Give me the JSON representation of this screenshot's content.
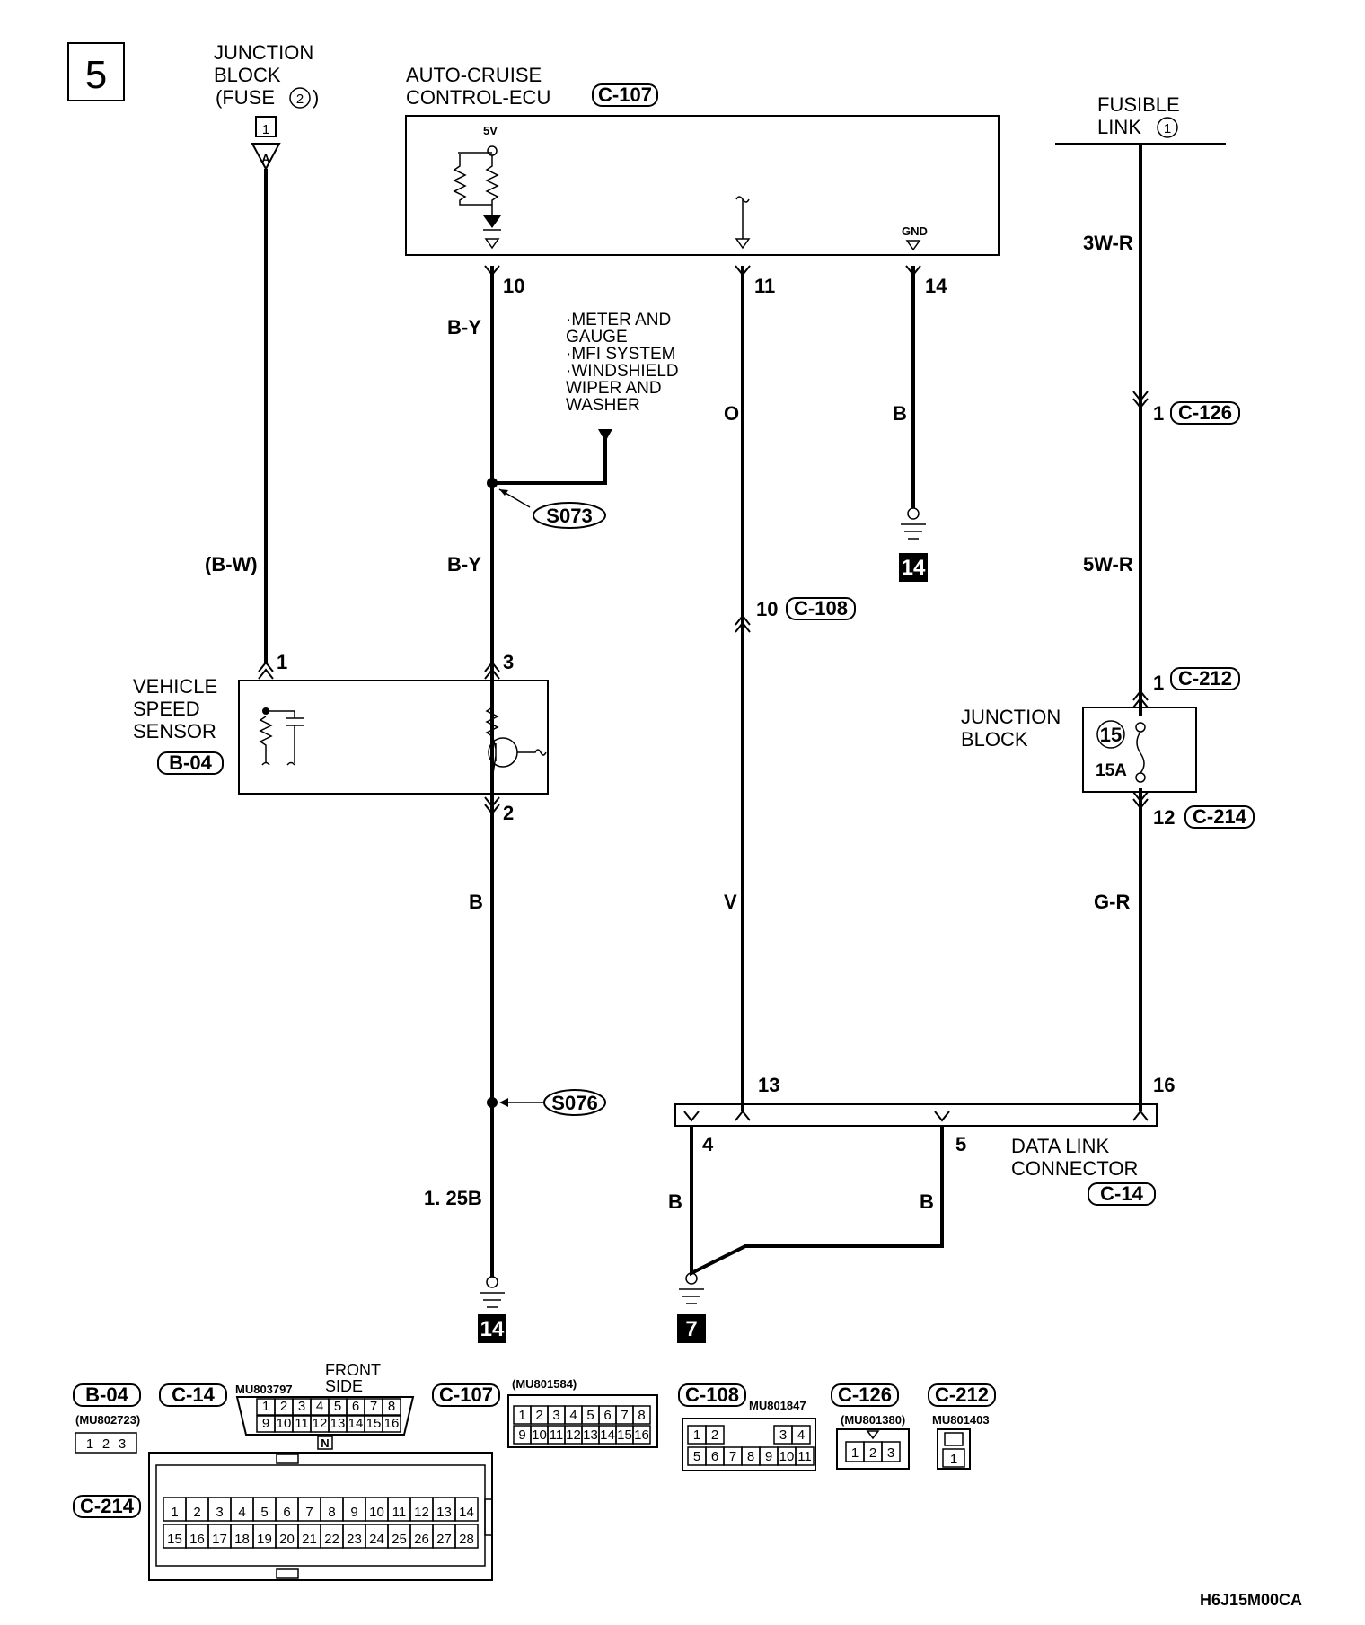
{
  "diagram_number": "5",
  "drawing_code": "H6J15M00CA",
  "components": {
    "junction_block_fuse": {
      "line1": "JUNCTION",
      "line2": "BLOCK",
      "line3": "(FUSE",
      "fuse_no": "2",
      "line3_end": ")",
      "pin": "1"
    },
    "ecu": {
      "line1": "AUTO-CRUISE",
      "line2": "CONTROL-ECU",
      "connector": "C-107",
      "supply": "5V",
      "gnd": "GND"
    },
    "fusible_link": {
      "line1": "FUSIBLE",
      "line2": "LINK",
      "number": "1"
    },
    "vehicle_speed_sensor": {
      "line1": "VEHICLE",
      "line2": "SPEED",
      "line3": "SENSOR",
      "connector": "B-04"
    },
    "junction_block": {
      "line1": "JUNCTION",
      "line2": "BLOCK",
      "fuse_no": "15",
      "rating": "15A"
    },
    "data_link_connector": {
      "line1": "DATA LINK",
      "line2": "CONNECTOR",
      "connector": "C-14"
    },
    "splices": {
      "s073": "S073",
      "s076": "S076"
    },
    "destinations": [
      "·METER AND",
      " GAUGE",
      "·MFI SYSTEM",
      "·WINDSHIELD",
      " WIPER AND",
      " WASHER"
    ],
    "grounds": {
      "ecu_ground": "14",
      "sensor_ground": "14",
      "dlc_ground": "7"
    }
  },
  "pins": {
    "ecu_10": "10",
    "ecu_11": "11",
    "ecu_14": "14",
    "vss_1": "1",
    "vss_3": "3",
    "vss_2": "2",
    "c108_pin": "10",
    "c108": "C-108",
    "c126_pin": "1",
    "c126": "C-126",
    "c212_pin": "1",
    "c212": "C-212",
    "c214_pin": "12",
    "c214": "C-214",
    "dlc_13": "13",
    "dlc_16": "16",
    "dlc_4": "4",
    "dlc_5": "5"
  },
  "wires": {
    "by_top": "B-Y",
    "by_mid": "B-Y",
    "bw": "(B-W)",
    "o": "O",
    "b_ecu": "B",
    "w3r": "3W-R",
    "w5r": "5W-R",
    "gr": "G-R",
    "v": "V",
    "b_sensor": "B",
    "b125": "1. 25B",
    "b_dlc4": "B",
    "b_dlc5": "B"
  },
  "connector_views": {
    "b04": {
      "label": "B-04",
      "part": "(MU802723)",
      "cells": [
        "1",
        "2",
        "3"
      ]
    },
    "c14": {
      "label": "C-14",
      "part": "MU803797",
      "front": "FRONT",
      "side": "SIDE",
      "mark": "N",
      "row1": [
        "1",
        "2",
        "3",
        "4",
        "5",
        "6",
        "7",
        "8"
      ],
      "row2": [
        "9",
        "10",
        "11",
        "12",
        "13",
        "14",
        "15",
        "16"
      ]
    },
    "c107": {
      "label": "C-107",
      "part": "(MU801584)",
      "row1": [
        "1",
        "2",
        "3",
        "4",
        "5",
        "6",
        "7",
        "8"
      ],
      "row2": [
        "9",
        "10",
        "11",
        "12",
        "13",
        "14",
        "15",
        "16"
      ]
    },
    "c108": {
      "label": "C-108",
      "part": "MU801847",
      "row1": [
        "1",
        "2",
        "3",
        "4"
      ],
      "row2": [
        "5",
        "6",
        "7",
        "8",
        "9",
        "10",
        "11"
      ]
    },
    "c126": {
      "label": "C-126",
      "part": "(MU801380)",
      "cells": [
        "1",
        "2",
        "3"
      ]
    },
    "c212": {
      "label": "C-212",
      "part": "MU801403",
      "cells": [
        "1"
      ]
    },
    "c214": {
      "label": "C-214",
      "row1": [
        "1",
        "2",
        "3",
        "4",
        "5",
        "6",
        "7",
        "8",
        "9",
        "10",
        "11",
        "12",
        "13",
        "14"
      ],
      "row2": [
        "15",
        "16",
        "17",
        "18",
        "19",
        "20",
        "21",
        "22",
        "23",
        "24",
        "25",
        "26",
        "27",
        "28"
      ]
    }
  }
}
